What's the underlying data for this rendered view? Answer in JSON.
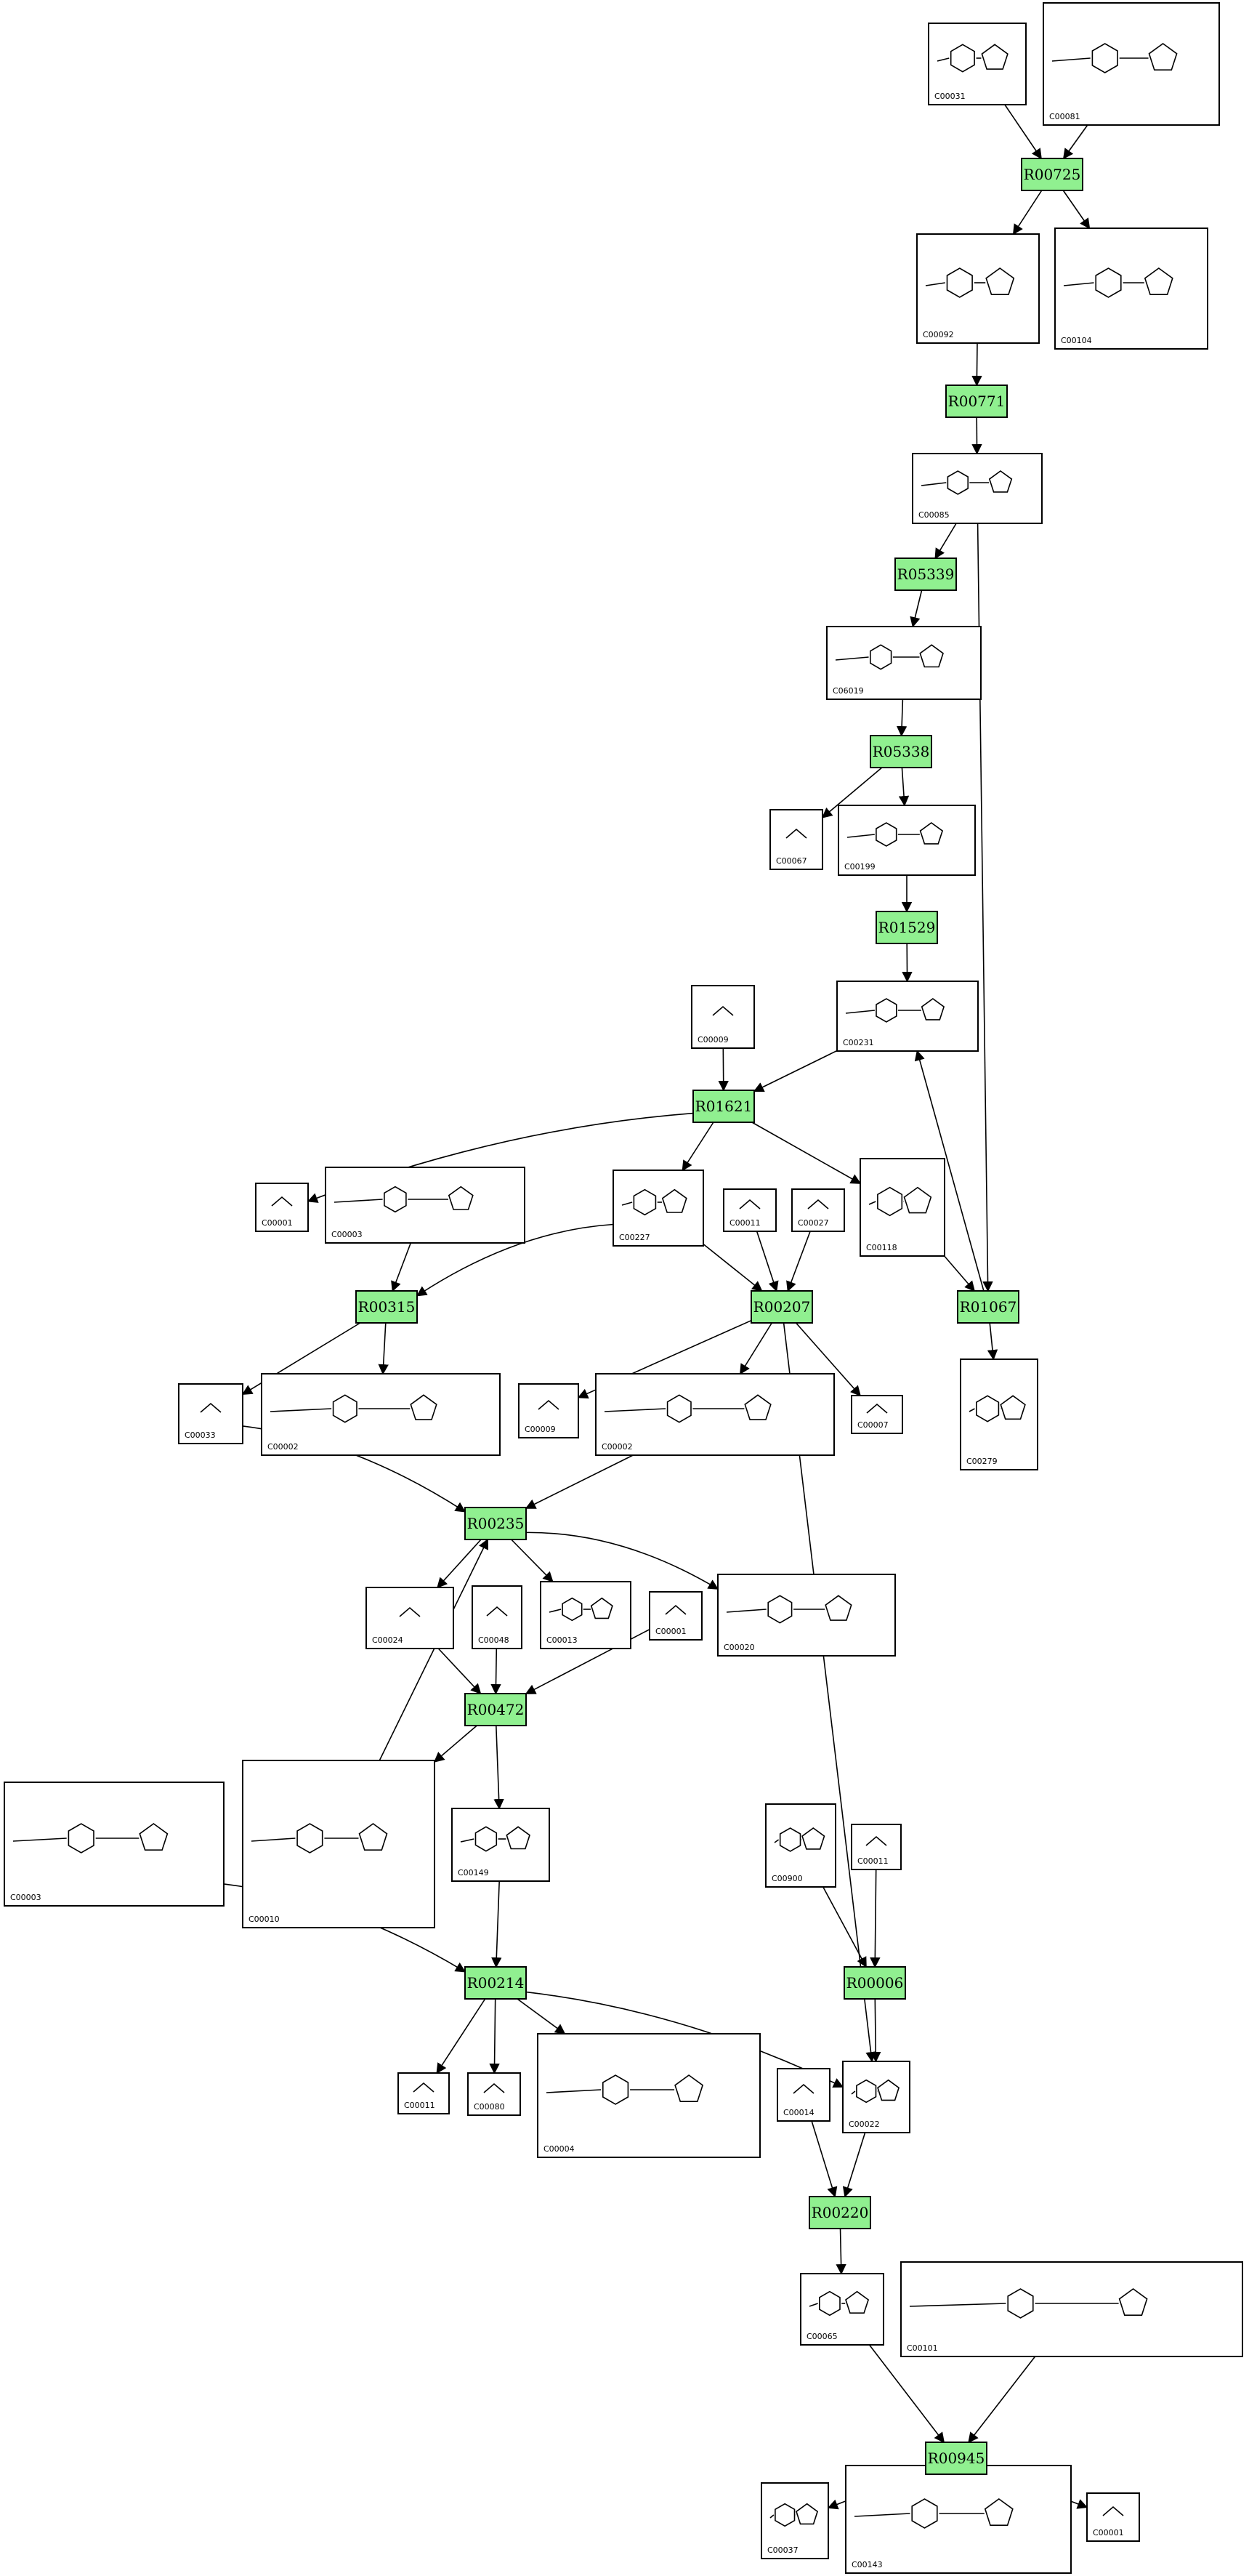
{
  "colors": {
    "reaction_fill": "#90f090",
    "compound_fill": "#ffffff",
    "stroke": "#000000"
  },
  "reactions": [
    {
      "id": "R00725",
      "label": "R00725"
    },
    {
      "id": "R00771",
      "label": "R00771"
    },
    {
      "id": "R05339",
      "label": "R05339"
    },
    {
      "id": "R05338",
      "label": "R05338"
    },
    {
      "id": "R01529",
      "label": "R01529"
    },
    {
      "id": "R01621",
      "label": "R01621"
    },
    {
      "id": "R00315",
      "label": "R00315"
    },
    {
      "id": "R00207",
      "label": "R00207"
    },
    {
      "id": "R01067",
      "label": "R01067"
    },
    {
      "id": "R00235",
      "label": "R00235"
    },
    {
      "id": "R00472",
      "label": "R00472"
    },
    {
      "id": "R00214",
      "label": "R00214"
    },
    {
      "id": "R00006",
      "label": "R00006"
    },
    {
      "id": "R00220",
      "label": "R00220"
    },
    {
      "id": "R00945",
      "label": "R00945"
    }
  ],
  "compounds": [
    {
      "key": "c00031",
      "label": "C00031"
    },
    {
      "key": "c00081",
      "label": "C00081"
    },
    {
      "key": "c00092",
      "label": "C00092"
    },
    {
      "key": "c00104",
      "label": "C00104"
    },
    {
      "key": "c00085",
      "label": "C00085"
    },
    {
      "key": "c06019",
      "label": "C06019"
    },
    {
      "key": "c00067",
      "label": "C00067"
    },
    {
      "key": "c00199",
      "label": "C00199"
    },
    {
      "key": "c00009a",
      "label": "C00009"
    },
    {
      "key": "c00231",
      "label": "C00231"
    },
    {
      "key": "c00001a",
      "label": "C00001"
    },
    {
      "key": "c00003a",
      "label": "C00003"
    },
    {
      "key": "c00227",
      "label": "C00227"
    },
    {
      "key": "c00011a",
      "label": "C00011"
    },
    {
      "key": "c00027",
      "label": "C00027"
    },
    {
      "key": "c00118",
      "label": "C00118"
    },
    {
      "key": "c00033",
      "label": "C00033"
    },
    {
      "key": "c00002a",
      "label": "C00002"
    },
    {
      "key": "c00009b",
      "label": "C00009"
    },
    {
      "key": "c00002b",
      "label": "C00002"
    },
    {
      "key": "c00007",
      "label": "C00007"
    },
    {
      "key": "c00279",
      "label": "C00279"
    },
    {
      "key": "c00024",
      "label": "C00024"
    },
    {
      "key": "c00048",
      "label": "C00048"
    },
    {
      "key": "c00013",
      "label": "C00013"
    },
    {
      "key": "c00001b",
      "label": "C00001"
    },
    {
      "key": "c00020",
      "label": "C00020"
    },
    {
      "key": "c00003b",
      "label": "C00003"
    },
    {
      "key": "c00010",
      "label": "C00010"
    },
    {
      "key": "c00149",
      "label": "C00149"
    },
    {
      "key": "c00900",
      "label": "C00900"
    },
    {
      "key": "c00011b",
      "label": "C00011"
    },
    {
      "key": "c00011c",
      "label": "C00011"
    },
    {
      "key": "c00080",
      "label": "C00080"
    },
    {
      "key": "c00004",
      "label": "C00004"
    },
    {
      "key": "c00022",
      "label": "C00022"
    },
    {
      "key": "c00014",
      "label": "C00014"
    },
    {
      "key": "c00065",
      "label": "C00065"
    },
    {
      "key": "c00101",
      "label": "C00101"
    },
    {
      "key": "c00037",
      "label": "C00037"
    },
    {
      "key": "c00143",
      "label": "C00143"
    },
    {
      "key": "c00001c",
      "label": "C00001"
    }
  ],
  "edges": [
    [
      "c00031",
      "R00725"
    ],
    [
      "c00081",
      "R00725"
    ],
    [
      "R00725",
      "c00092"
    ],
    [
      "R00725",
      "c00104"
    ],
    [
      "c00092",
      "R00771"
    ],
    [
      "R00771",
      "c00085"
    ],
    [
      "c00085",
      "R05339"
    ],
    [
      "R05339",
      "c06019"
    ],
    [
      "c06019",
      "R05338"
    ],
    [
      "R05338",
      "c00067"
    ],
    [
      "R05338",
      "c00199"
    ],
    [
      "c00199",
      "R01529"
    ],
    [
      "R01529",
      "c00231"
    ],
    [
      "c00231",
      "R01621"
    ],
    [
      "c00009a",
      "R01621"
    ],
    [
      "R01621",
      "c00001a"
    ],
    [
      "R01621",
      "c00227"
    ],
    [
      "R01621",
      "c00118"
    ],
    [
      "c00003a",
      "R00315"
    ],
    [
      "c00227",
      "R00315"
    ],
    [
      "c00227",
      "R00207"
    ],
    [
      "c00011a",
      "R00207"
    ],
    [
      "c00027",
      "R00207"
    ],
    [
      "c00118",
      "R01067"
    ],
    [
      "c00085",
      "R01067"
    ],
    [
      "R01067",
      "c00231"
    ],
    [
      "R01067",
      "c00279"
    ],
    [
      "R00315",
      "c00033"
    ],
    [
      "R00315",
      "c00002a"
    ],
    [
      "R00207",
      "c00009b"
    ],
    [
      "R00207",
      "c00002b"
    ],
    [
      "R00207",
      "c00007"
    ],
    [
      "R00207",
      "c00022"
    ],
    [
      "c00033",
      "R00235"
    ],
    [
      "c00002b",
      "R00235"
    ],
    [
      "c00010",
      "R00235"
    ],
    [
      "R00235",
      "c00024"
    ],
    [
      "R00235",
      "c00013"
    ],
    [
      "R00235",
      "c00020"
    ],
    [
      "c00024",
      "R00472"
    ],
    [
      "c00048",
      "R00472"
    ],
    [
      "c00001b",
      "R00472"
    ],
    [
      "R00472",
      "c00010"
    ],
    [
      "R00472",
      "c00149"
    ],
    [
      "c00149",
      "R00214"
    ],
    [
      "c00003b",
      "R00214"
    ],
    [
      "R00214",
      "c00011c"
    ],
    [
      "R00214",
      "c00080"
    ],
    [
      "R00214",
      "c00004"
    ],
    [
      "R00214",
      "c00022"
    ],
    [
      "c00900",
      "R00006"
    ],
    [
      "c00011b",
      "R00006"
    ],
    [
      "R00006",
      "c00022"
    ],
    [
      "c00022",
      "R00220"
    ],
    [
      "c00014",
      "R00220"
    ],
    [
      "R00220",
      "c00065"
    ],
    [
      "c00065",
      "R00945"
    ],
    [
      "c00101",
      "R00945"
    ],
    [
      "R00945",
      "c00037"
    ],
    [
      "R00945",
      "c00143"
    ],
    [
      "R00945",
      "c00001c"
    ]
  ]
}
